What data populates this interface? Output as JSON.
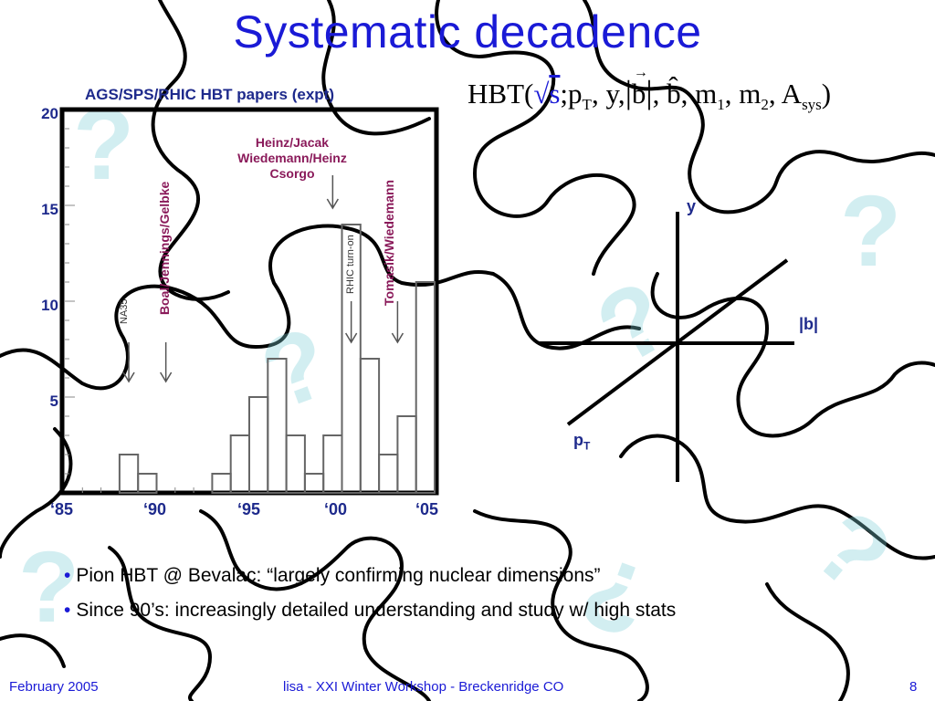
{
  "slide": {
    "title": "Systematic decadence",
    "footer": {
      "left": "February 2005",
      "center": "lisa - XXI Winter Workshop - Breckenridge CO",
      "right": "8"
    },
    "bullets": [
      "Pion HBT @ Bevalac: “largely confirming nuclear dimensions”",
      "Since 90’s: increasingly detailed understanding and study w/ high stats"
    ],
    "formula": {
      "prefix": "HBT(",
      "sqrt_s": "s",
      "parts": ";p",
      "pT_sub": "T",
      "mid": ", y,",
      "b_vec": "b",
      "rest": ", b̂, m",
      "m1_sub": "1",
      "comma": ", m",
      "m2_sub": "2",
      "comma2": ", A",
      "A_sub": "sys",
      "close": ")"
    },
    "axes_diagram": {
      "y_label": "y",
      "b_label": "|b|",
      "pt_label": "p",
      "pt_sub": "T"
    },
    "decorations": {
      "qmark_glyph": "?",
      "qmark_color": "#7fd0d8",
      "accent_color": "#1a1ad6"
    }
  },
  "chart_data": {
    "type": "bar",
    "title": "AGS/SPS/RHIC HBT papers (expt)",
    "x_tick_labels": [
      "‘85",
      "‘90",
      "‘95",
      "‘00",
      "‘05"
    ],
    "y_tick_labels": [
      "5",
      "10",
      "15",
      "20"
    ],
    "ylim": [
      0,
      20
    ],
    "xlim": [
      1985,
      2005
    ],
    "categories": [
      1985,
      1986,
      1987,
      1988,
      1989,
      1990,
      1991,
      1992,
      1993,
      1994,
      1995,
      1996,
      1997,
      1998,
      1999,
      2000,
      2001,
      2002,
      2003,
      2004
    ],
    "values": [
      0,
      0,
      0,
      2,
      1,
      0,
      0,
      0,
      1,
      3,
      5,
      7,
      3,
      1,
      3,
      14,
      7,
      2,
      4,
      11
    ],
    "annotations": [
      {
        "text": "NA35",
        "year": 1988.5,
        "style": "grey"
      },
      {
        "text": "Boal/Jennings/Gelbke",
        "year": 1990.5,
        "style": "purple"
      },
      {
        "text": "Heinz/Jacak",
        "year": 1999.5,
        "style": "purple"
      },
      {
        "text": "Wiedemann/Heinz",
        "year": 1999.5,
        "style": "purple"
      },
      {
        "text": "Csorgo",
        "year": 1999.5,
        "style": "purple"
      },
      {
        "text": "RHIC turn-on",
        "year": 2000.5,
        "style": "grey"
      },
      {
        "text": "Tomasik/Wiedemann",
        "year": 2003,
        "style": "purple"
      }
    ]
  }
}
